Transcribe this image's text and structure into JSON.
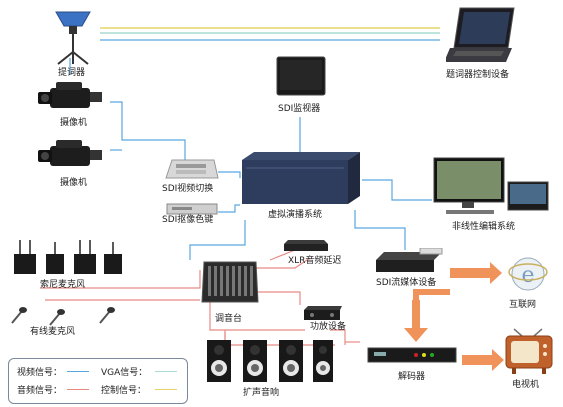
{
  "devices": {
    "teleprompter": "提词器",
    "teleprompter_control": "题词器控制设备",
    "camera1": "摄像机",
    "camera2": "摄像机",
    "sdi_monitor": "SDI监视器",
    "sdi_switcher": "SDI视频切换",
    "sdi_keyer": "SDI抠像色键",
    "virtual_studio": "虚拟演播系统",
    "nle": "非线性编辑系统",
    "sony_mic": "索尼麦克风",
    "wired_mic": "有线麦克风",
    "xlr_delay": "XLR音频延迟",
    "mixer": "调音台",
    "sdi_streaming": "SDI流媒体设备",
    "internet": "互联网",
    "amplifier": "功放设备",
    "decoder": "解码器",
    "tv": "电视机",
    "speakers": "扩声音响"
  },
  "legend": {
    "video": "视频信号：",
    "audio": "音频信号：",
    "vga": "VGA信号：",
    "control": "控制信号："
  },
  "colors": {
    "video": "#5aa6e0",
    "audio": "#e88a84",
    "vga": "#a8dcd0",
    "control": "#e6d66a",
    "arrow": "#f0935a"
  }
}
